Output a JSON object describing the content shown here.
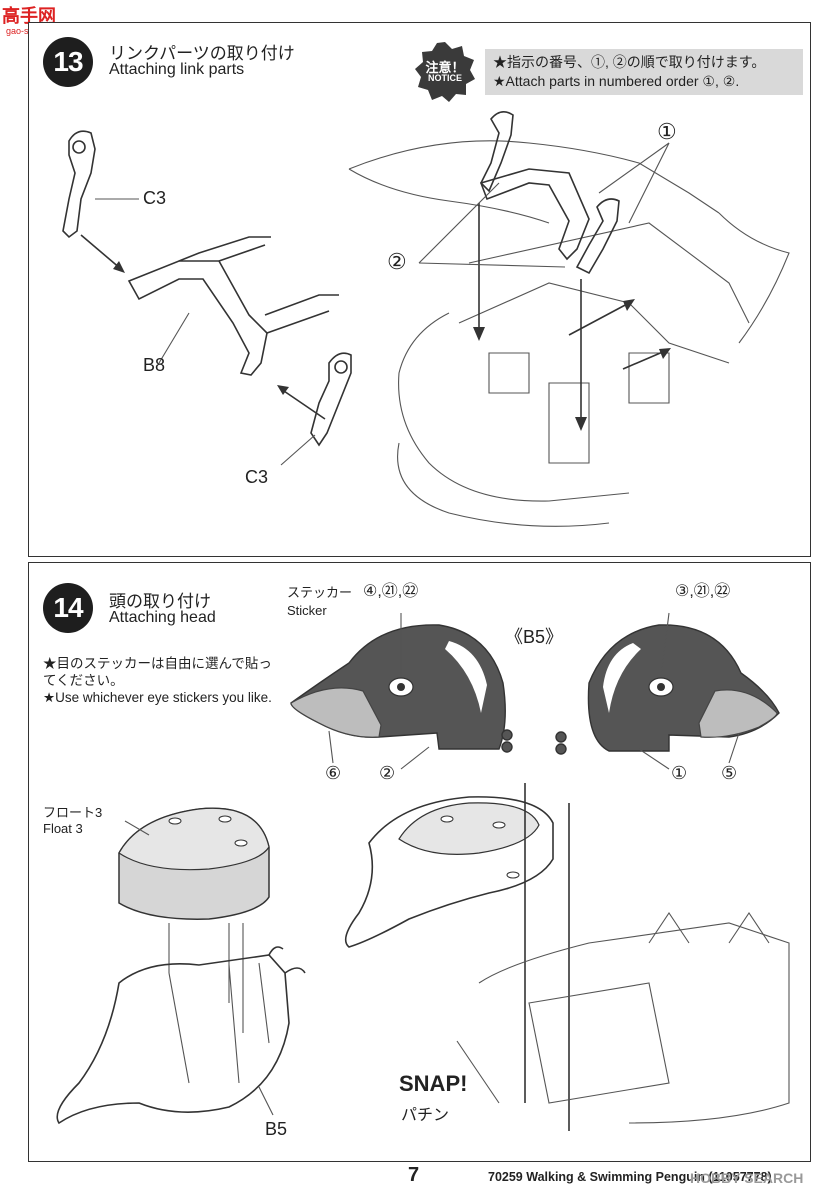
{
  "watermark": {
    "top": "高手网",
    "top_sub": "gao-shou.com",
    "bottom": "HOBBY SEARCH"
  },
  "step13": {
    "number": "13",
    "title_ja": "リンクパーツの取り付け",
    "title_en": "Attaching link parts",
    "notice_badge_ja": "注意！",
    "notice_badge_en": "NOTICE",
    "notice_ja": "★指示の番号、①, ②の順で取り付けます。",
    "notice_en": "★Attach parts in numbered order ①, ②.",
    "labels": {
      "c3_top": "C3",
      "b8": "B8",
      "c3_bottom": "C3",
      "order1": "①",
      "order2": "②"
    }
  },
  "step14": {
    "number": "14",
    "title_ja": "頭の取り付け",
    "title_en": "Attaching head",
    "note_ja": "★目のステッカーは自由に選んで貼ってください。",
    "note_en": "★Use whichever eye stickers you like.",
    "sticker_ja": "ステッカー",
    "sticker_en": "Sticker",
    "sticker_left": "④,㉑,㉒",
    "sticker_right": "③,㉑,㉒",
    "b5_title": "《B5》",
    "head_labels": {
      "l6": "⑥",
      "l2": "②",
      "l1": "①",
      "l5": "⑤"
    },
    "float_ja": "フロート3",
    "float_en": "Float 3",
    "b5": "B5",
    "snap": "SNAP!",
    "snap_ja": "パチン"
  },
  "footer": {
    "page": "7",
    "title": "70259 Walking & Swimming Penguin (11057778)"
  }
}
